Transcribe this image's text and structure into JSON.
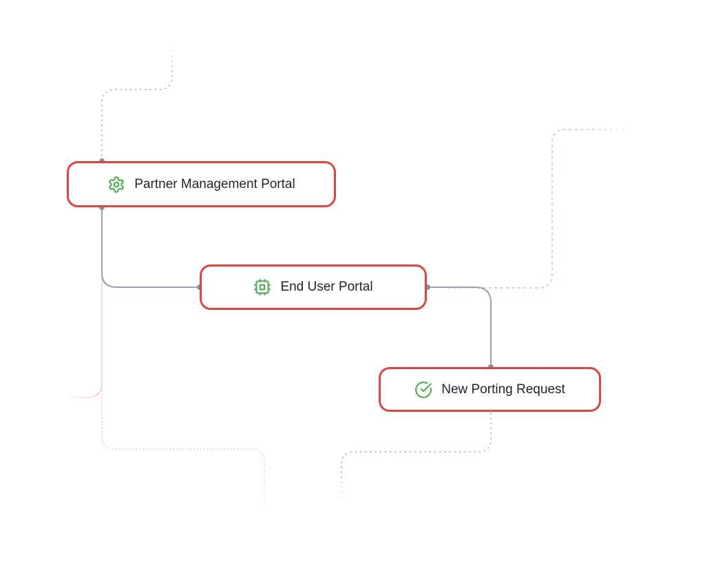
{
  "diagram": {
    "nodes": [
      {
        "id": "partner-management-portal",
        "label": "Partner Management Portal",
        "icon": "gear-icon"
      },
      {
        "id": "end-user-portal",
        "label": "End User Portal",
        "icon": "cpu-icon"
      },
      {
        "id": "new-porting-request",
        "label": "New Porting Request",
        "icon": "check-circle-icon"
      }
    ],
    "edges": [
      {
        "from": "offscreen-top",
        "to": "partner-management-portal",
        "style": "dashed-gray"
      },
      {
        "from": "partner-management-portal",
        "to": "end-user-portal",
        "style": "solid-gray"
      },
      {
        "from": "end-user-portal",
        "to": "new-porting-request",
        "style": "solid-gray"
      },
      {
        "from": "end-user-portal",
        "to": "offscreen-top-right",
        "style": "dashed-pink"
      },
      {
        "from": "partner-management-portal",
        "to": "offscreen-left",
        "style": "solid-pink"
      },
      {
        "from": "partner-management-portal",
        "to": "offscreen-bottom",
        "style": "dotted-pink"
      },
      {
        "from": "new-porting-request",
        "to": "offscreen-bottom",
        "style": "dashed-gray"
      }
    ]
  },
  "colors": {
    "canvas_bg": "#ffffff",
    "node_border": "#e5423c",
    "icon_green": "#4caf50",
    "edge_gray": "#99a2b2",
    "dashed_gray": "#b3bac6",
    "dashed_pink": "#f6b9c3",
    "solid_pink": "#fad2d9",
    "dotted_pink": "#f8c6cf",
    "handle_gray": "#8492a6",
    "text": "#20252d"
  }
}
